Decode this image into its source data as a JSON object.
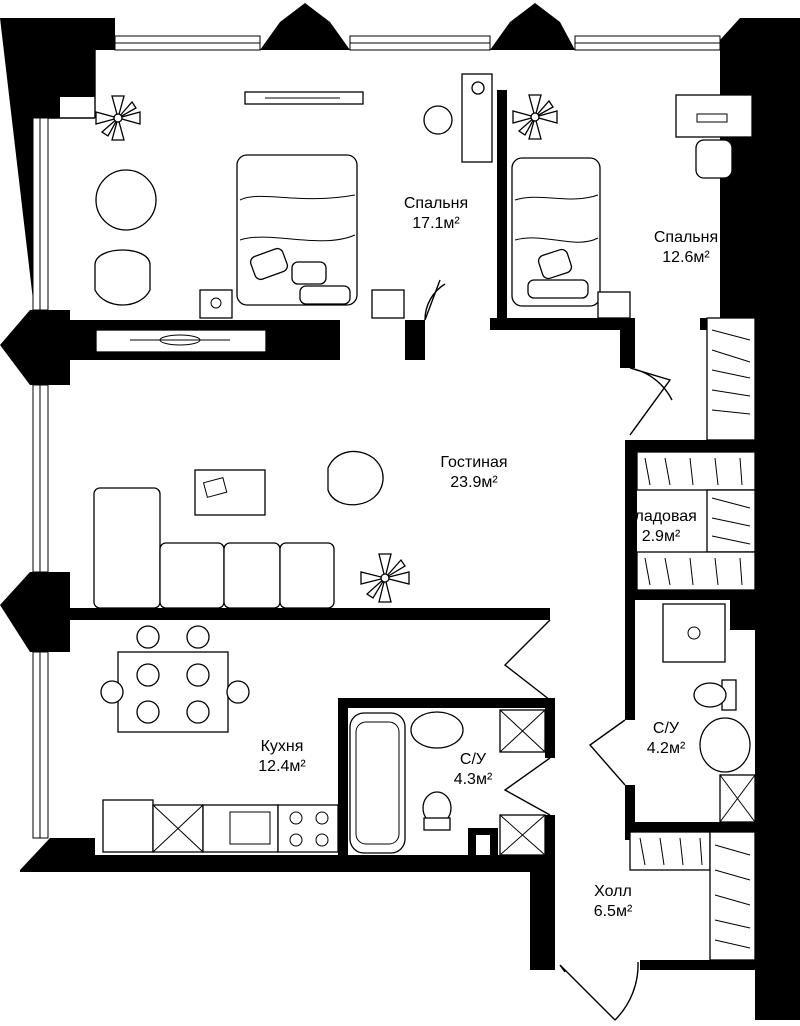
{
  "rooms": [
    {
      "id": "bedroom-1",
      "name": "Спальня",
      "area": "17.1м²"
    },
    {
      "id": "bedroom-2",
      "name": "Спальня",
      "area": "12.6м²"
    },
    {
      "id": "living",
      "name": "Гостиная",
      "area": "23.9м²"
    },
    {
      "id": "storage",
      "name": "Кладовая",
      "area": "2.9м²"
    },
    {
      "id": "bath-2",
      "name": "С/У",
      "area": "4.2м²"
    },
    {
      "id": "kitchen",
      "name": "Кухня",
      "area": "12.4м²"
    },
    {
      "id": "bath-1",
      "name": "С/У",
      "area": "4.3м²"
    },
    {
      "id": "hall",
      "name": "Холл",
      "area": "6.5м²"
    }
  ],
  "colors": {
    "wall": "#000000",
    "background": "#ffffff"
  }
}
